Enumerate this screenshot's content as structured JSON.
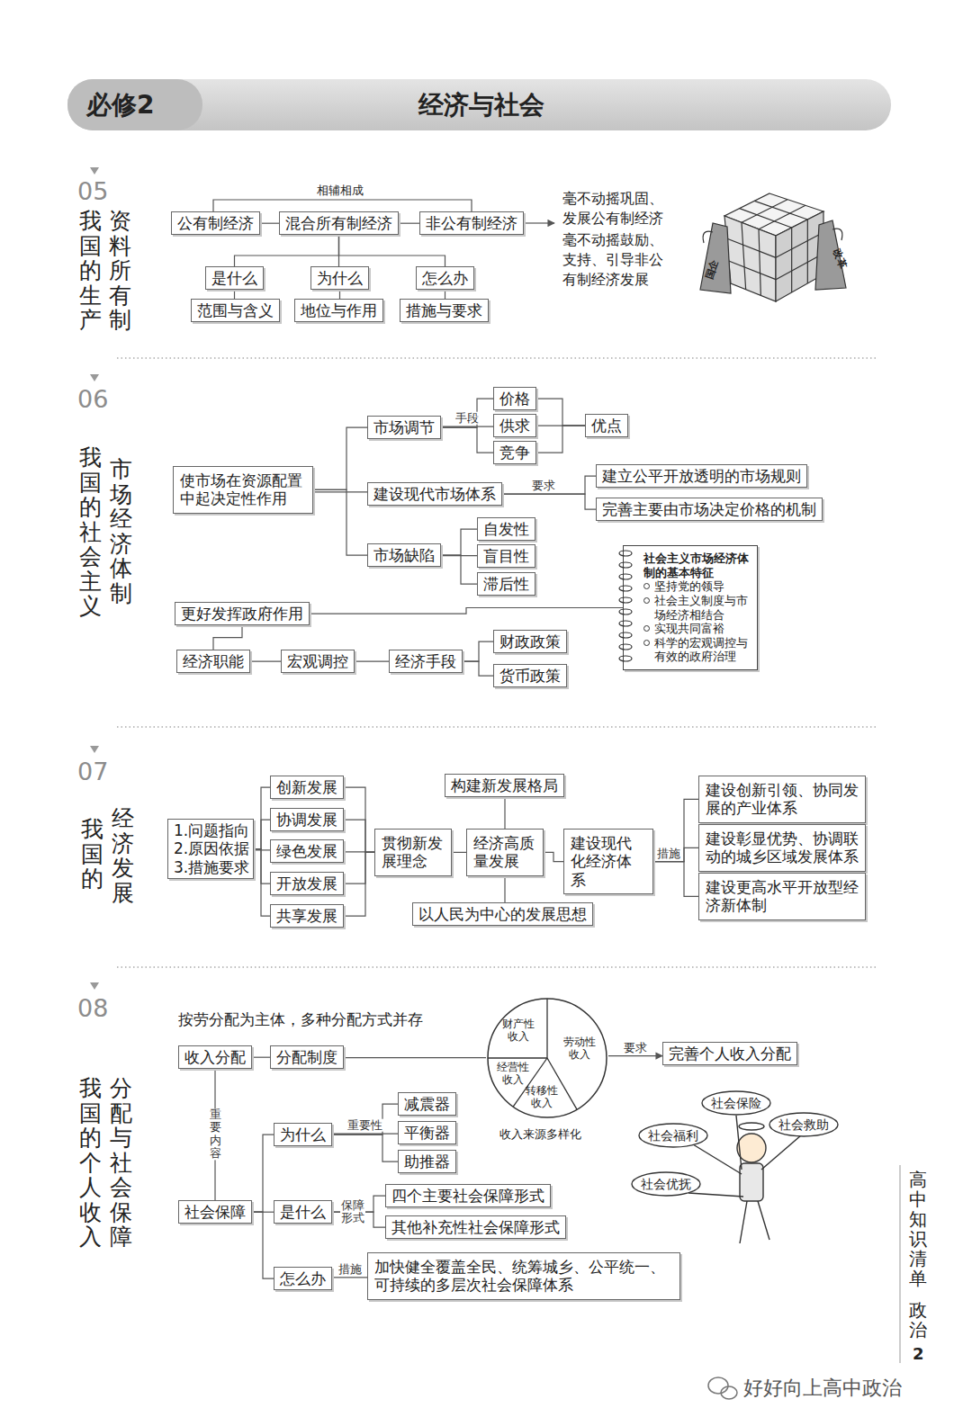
{
  "diagram": {
    "title": "经济与社会",
    "nodes": [
      {
        "text": [
          "公有制经济"
        ]
      },
      {
        "text": [
          "混合所有制经济"
        ]
      },
      {
        "text": [
          "非公有制经济"
        ]
      },
      {
        "text": [
          "是什么"
        ]
      },
      {
        "text": [
          "为什么"
        ]
      },
      {
        "text": [
          "怎么办"
        ]
      },
      {
        "text": [
          "范围与含义"
        ]
      },
      {
        "text": [
          "地位与作用"
        ]
      },
      {
        "text": [
          "措施与要求"
        ]
      },
      {
        "text": [
          "使市场在资源配置中起决定性作用"
        ]
      },
      {
        "text": [
          "市场调节"
        ]
      },
      {
        "text": [
          "价格"
        ]
      },
      {
        "text": [
          "供求"
        ]
      },
      {
        "text": [
          "竞争"
        ]
      },
      {
        "text": [
          "优点"
        ]
      },
      {
        "text": [
          "建设现代市场体系"
        ]
      },
      {
        "text": [
          "建立公平开放透明的市场规则"
        ]
      },
      {
        "text": [
          "完善主要由市场决定价格的机制"
        ]
      },
      {
        "text": [
          "市场缺陷"
        ]
      },
      {
        "text": [
          "自发性"
        ]
      },
      {
        "text": [
          "盲目性"
        ]
      },
      {
        "text": [
          "滞后性"
        ]
      },
      {
        "text": [
          "更好发挥政府作用"
        ]
      },
      {
        "text": [
          "经济职能"
        ]
      },
      {
        "text": [
          "宏观调控"
        ]
      },
      {
        "text": [
          "经济手段"
        ]
      },
      {
        "text": [
          "财政政策"
        ]
      },
      {
        "text": [
          "货币政策"
        ]
      },
      {
        "text": [
          "社会主义市场经济体制的基本特征",
          "坚持党的领导",
          "社会主义制度与市场经济相结合",
          "实现共同富裕",
          "科学的宏观调控与有效的政府治理"
        ]
      },
      {
        "text": [
          "1.问题指向",
          "2.原因依据",
          "3.措施要求"
        ]
      },
      {
        "text": [
          "创新发展"
        ]
      },
      {
        "text": [
          "协调发展"
        ]
      },
      {
        "text": [
          "绿色发展"
        ]
      },
      {
        "text": [
          "开放发展"
        ]
      },
      {
        "text": [
          "共享发展"
        ]
      },
      {
        "text": [
          "贯彻新发展理念"
        ]
      },
      {
        "text": [
          "经济高质量发展"
        ]
      },
      {
        "text": [
          "构建新发展格局"
        ]
      },
      {
        "text": [
          "以人民为中心的发展思想"
        ]
      },
      {
        "text": [
          "建设现代化经济体系"
        ]
      },
      {
        "text": [
          "建设创新引领、协同发展的产业体系"
        ]
      },
      {
        "text": [
          "建设彰显优势、协调联动的城乡区域发展体系"
        ]
      },
      {
        "text": [
          "建设更高水平开放型经济新体制"
        ]
      },
      {
        "text": [
          "收入分配"
        ]
      },
      {
        "text": [
          "分配制度"
        ]
      },
      {
        "text": [
          "财产性收入",
          "劳动性收入",
          "经营性收入",
          "转移性收入"
        ]
      },
      {
        "text": [
          "完善个人收入分配"
        ]
      },
      {
        "text": [
          "社会保障"
        ]
      },
      {
        "text": [
          "为什么"
        ]
      },
      {
        "text": [
          "减震器"
        ]
      },
      {
        "text": [
          "平衡器"
        ]
      },
      {
        "text": [
          "助推器"
        ]
      },
      {
        "text": [
          "是什么"
        ]
      },
      {
        "text": [
          "四个主要社会保障形式"
        ]
      },
      {
        "text": [
          "其他补充性社会保障形式"
        ]
      },
      {
        "text": [
          "怎么办"
        ]
      },
      {
        "text": [
          "加快健全覆盖全民、统筹城乡、公平统一、可持续的多层次社会保障体系"
        ]
      }
    ],
    "edges": [
      {
        "from": 0,
        "to": 1,
        "arrow": "none"
      },
      {
        "from": 1,
        "to": 2,
        "arrow": "none"
      },
      {
        "from": 1,
        "to": 3,
        "arrow": "none"
      },
      {
        "from": 1,
        "to": 4,
        "arrow": "none"
      },
      {
        "from": 1,
        "to": 5,
        "arrow": "none"
      },
      {
        "from": 3,
        "to": 6,
        "arrow": "none"
      },
      {
        "from": 4,
        "to": 7,
        "arrow": "none"
      },
      {
        "from": 5,
        "to": 8,
        "arrow": "none"
      },
      {
        "from": 9,
        "to": 10,
        "arrow": "none"
      },
      {
        "from": 9,
        "to": 15,
        "arrow": "none"
      },
      {
        "from": 9,
        "to": 18,
        "arrow": "none"
      },
      {
        "from": 10,
        "to": 11,
        "arrow": "none"
      },
      {
        "from": 10,
        "to": 12,
        "label": "手段",
        "arrow": "none"
      },
      {
        "from": 10,
        "to": 13,
        "arrow": "none"
      },
      {
        "from": 11,
        "to": 14,
        "arrow": "none"
      },
      {
        "from": 12,
        "to": 14,
        "arrow": "none"
      },
      {
        "from": 13,
        "to": 14,
        "arrow": "none"
      },
      {
        "from": 15,
        "to": 16,
        "label": "要求",
        "arrow": "none"
      },
      {
        "from": 15,
        "to": 17,
        "arrow": "none"
      },
      {
        "from": 18,
        "to": 19,
        "arrow": "none"
      },
      {
        "from": 18,
        "to": 20,
        "arrow": "none"
      },
      {
        "from": 18,
        "to": 21,
        "arrow": "none"
      },
      {
        "from": 22,
        "to": 28,
        "arrow": "none"
      },
      {
        "from": 22,
        "to": 23,
        "arrow": "none"
      },
      {
        "from": 23,
        "to": 24,
        "arrow": "none"
      },
      {
        "from": 24,
        "to": 25,
        "arrow": "none"
      },
      {
        "from": 25,
        "to": 26,
        "arrow": "none"
      },
      {
        "from": 25,
        "to": 27,
        "arrow": "none"
      },
      {
        "from": 29,
        "to": 30,
        "arrow": "none"
      },
      {
        "from": 29,
        "to": 31,
        "arrow": "none"
      },
      {
        "from": 29,
        "to": 32,
        "arrow": "none"
      },
      {
        "from": 29,
        "to": 33,
        "arrow": "none"
      },
      {
        "from": 29,
        "to": 34,
        "arrow": "none"
      },
      {
        "from": 30,
        "to": 35,
        "arrow": "none"
      },
      {
        "from": 31,
        "to": 35,
        "arrow": "none"
      },
      {
        "from": 32,
        "to": 35,
        "arrow": "none"
      },
      {
        "from": 33,
        "to": 35,
        "arrow": "none"
      },
      {
        "from": 34,
        "to": 35,
        "arrow": "none"
      },
      {
        "from": 35,
        "to": 36,
        "arrow": "none"
      },
      {
        "from": 36,
        "to": 37,
        "arrow": "none"
      },
      {
        "from": 36,
        "to": 38,
        "arrow": "none"
      },
      {
        "from": 36,
        "to": 39,
        "arrow": "none"
      },
      {
        "from": 39,
        "to": 40,
        "arrow": "none"
      },
      {
        "from": 39,
        "to": 41,
        "label": "措施",
        "arrow": "none"
      },
      {
        "from": 39,
        "to": 42,
        "arrow": "none"
      },
      {
        "from": 43,
        "to": 44,
        "arrow": "none"
      },
      {
        "from": 44,
        "to": 45,
        "arrow": "none"
      },
      {
        "from": 45,
        "to": 46,
        "label": "要求",
        "arrow": "to"
      },
      {
        "from": 43,
        "to": 47,
        "label": "重要内容",
        "arrow": "none"
      },
      {
        "from": 47,
        "to": 48,
        "arrow": "none"
      },
      {
        "from": 47,
        "to": 52,
        "arrow": "none"
      },
      {
        "from": 47,
        "to": 55,
        "arrow": "none"
      },
      {
        "from": 48,
        "to": 49,
        "arrow": "none"
      },
      {
        "from": 48,
        "to": 50,
        "label": "重要性",
        "arrow": "none"
      },
      {
        "from": 48,
        "to": 51,
        "arrow": "none"
      },
      {
        "from": 52,
        "to": 53,
        "label": "保障形式",
        "arrow": "none"
      },
      {
        "from": 52,
        "to": 54,
        "arrow": "none"
      },
      {
        "from": 55,
        "to": 56,
        "label": "措施",
        "arrow": "none"
      }
    ],
    "labels": [
      "必修2",
      "05",
      "我国的生产",
      "资料所有制",
      "相辅相成",
      "毫不动摇巩固、发展公有制经济",
      "毫不动摇鼓励、支持、引导非公有制经济发展",
      "国企",
      "改革",
      "06",
      "我国的社会主义",
      "市场经济体制",
      "07",
      "我国的",
      "经济发展",
      "08",
      "我国的个人收入",
      "分配与社会保障",
      "按劳分配为主体，多种分配方式并存",
      "收入来源多样化",
      "社会保险",
      "社会福利",
      "社会救助",
      "社会优抚",
      "高中知识清单",
      "政治",
      "2",
      "好好向上高中政治"
    ]
  }
}
